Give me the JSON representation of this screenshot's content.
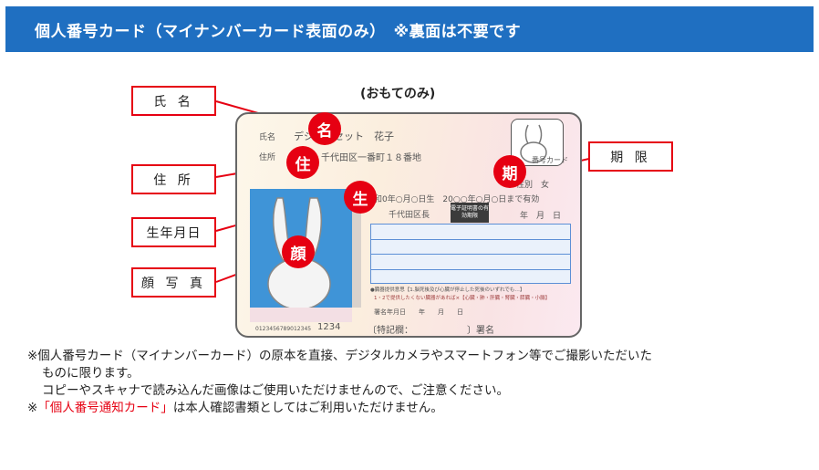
{
  "header": {
    "title": "個人番号カード（マイナンバーカード表面のみ）　※裏面は不要です"
  },
  "caption": {
    "front_only": "(おもてのみ)"
  },
  "labels": {
    "name": "氏 名",
    "address": "住 所",
    "birth": "生年月日",
    "photo": "顔 写 真",
    "expiry": "期 限"
  },
  "markers": {
    "name": "名",
    "address": "住",
    "birth": "生",
    "photo": "顔",
    "expiry": "期"
  },
  "card": {
    "name_label": "氏名",
    "name_value": "デジ　　セット　花子",
    "address_label": "住所",
    "address_value": "千代田区一番町１８番地",
    "small_photo_caption": "番号カード",
    "sex": "性別　女",
    "birth_line": "和0年○月○日生　20○○年○月○日まで有効",
    "issuer": "千代田区長",
    "chip_text": "電子証明書の有効期限",
    "date_header": "年　月　日",
    "notice_line1": "●臓器提供意思【1.脳死後及び心臓が停止した死後のいずれでも…】",
    "notice_line2": "1・2で提供したくない臓器があれば×【心臓・肺・肝臓・腎臓・膵臓・小腸】",
    "sign_date": "署名年月日　　年　　月　　日",
    "card_number": "0123456789012345",
    "pin_digits": "1234",
    "special_note": "〔特記欄：",
    "signature": "〕署名"
  },
  "notes": {
    "line1": "※個人番号カード（マイナンバーカード）の原本を直接、デジタルカメラやスマートフォン等でご撮影いただいた",
    "line2": "ものに限ります。",
    "line3": "コピーやスキャナで読み込んだ画像はご使用いただけませんので、ご注意ください。",
    "line4_prefix": "※",
    "line4_red": "「個人番号通知カード」",
    "line4_suffix": "は本人確認書類としてはご利用いただけません。"
  },
  "colors": {
    "header_bg": "#1f6fc1",
    "accent_red": "#e60012",
    "photo_blue": "#3f94d7"
  }
}
